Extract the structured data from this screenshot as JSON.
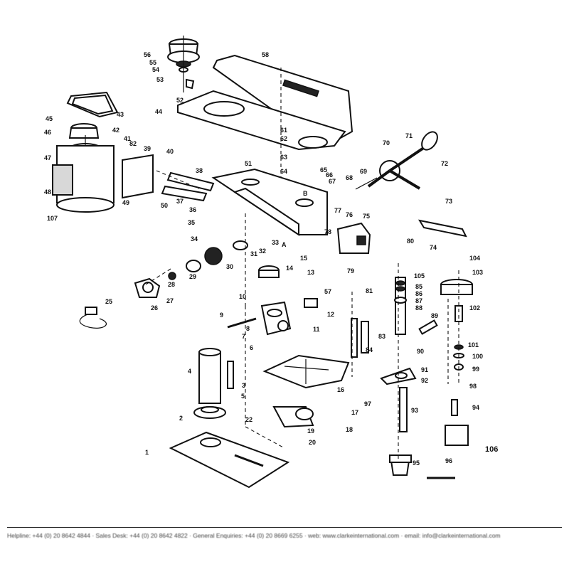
{
  "diagram": {
    "part_labels": [
      "1",
      "2",
      "3",
      "4",
      "5",
      "6",
      "7",
      "8",
      "9",
      "10",
      "11",
      "12",
      "13",
      "14",
      "15",
      "16",
      "17",
      "18",
      "19",
      "20",
      "22",
      "25",
      "26",
      "27",
      "28",
      "29",
      "30",
      "31",
      "32",
      "33",
      "34",
      "35",
      "36",
      "37",
      "38",
      "39",
      "40",
      "41",
      "42",
      "43",
      "44",
      "45",
      "46",
      "47",
      "48",
      "49",
      "50",
      "51",
      "52",
      "53",
      "54",
      "55",
      "56",
      "57",
      "58",
      "61",
      "62",
      "63",
      "64",
      "65",
      "66",
      "67",
      "68",
      "69",
      "70",
      "71",
      "72",
      "73",
      "74",
      "75",
      "76",
      "77",
      "78",
      "79",
      "80",
      "81",
      "82",
      "83",
      "84",
      "85",
      "86",
      "87",
      "88",
      "89",
      "90",
      "91",
      "92",
      "93",
      "94",
      "95",
      "96",
      "97",
      "98",
      "99",
      "100",
      "101",
      "102",
      "103",
      "104",
      "105",
      "106",
      "107",
      "A",
      "B"
    ],
    "footer_text": "Helpline: +44 (0) 20 8642 4844 · Sales Desk: +44 (0) 20 8642 4822 · General Enquiries: +44 (0) 20 8669 6255 · web: www.clarkeinternational.com · email: info@clarkeinternational.com"
  }
}
